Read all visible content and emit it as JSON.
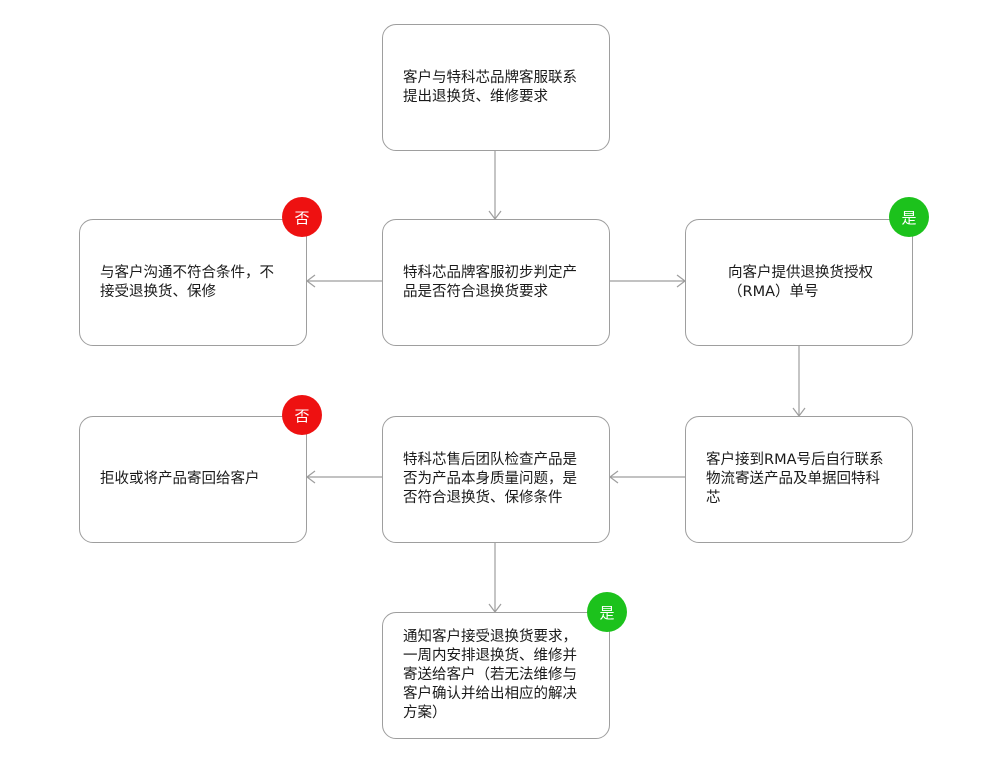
{
  "nodes": {
    "start": "客户与特科芯品牌客服联系提出退换货、维修要求",
    "initial_check": "特科芯品牌客服初步判定产品是否符合退换货要求",
    "reject_initial": "与客户沟通不符合条件，不接受退换货、保修",
    "issue_rma": "向客户提供退换货授权（RMA）单号",
    "ship_back": "客户接到RMA号后自行联系物流寄送产品及单据回特科芯",
    "after_sales_check": "特科芯售后团队检查产品是否为产品本身质量问题，是否符合退换货、保修条件",
    "reject_final": "拒收或将产品寄回给客户",
    "notify_accept": "通知客户接受退换货要求，一周内安排退换货、维修并寄送给客户（若无法维修与客户确认并给出相应的解决方案）"
  },
  "badges": {
    "no_1": "否",
    "yes_1": "是",
    "no_2": "否",
    "yes_2": "是"
  },
  "colors": {
    "no": "#ee1111",
    "yes": "#1cc21c",
    "line": "#9e9e9e"
  }
}
